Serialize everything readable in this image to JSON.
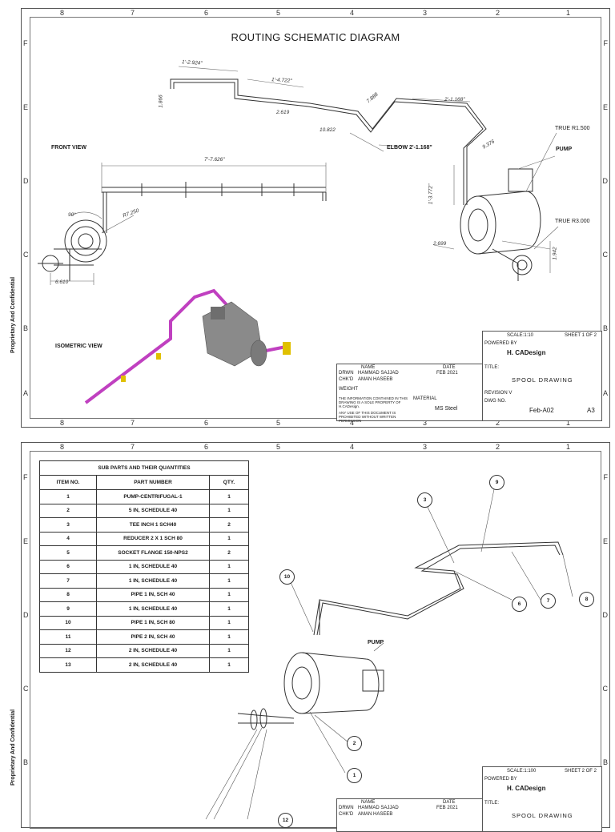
{
  "sheet1": {
    "title": "ROUTING SCHEMATIC DIAGRAM",
    "zones_top": [
      "8",
      "7",
      "6",
      "5",
      "4",
      "3",
      "2",
      "1"
    ],
    "zones_side": [
      "F",
      "E",
      "D",
      "C",
      "B",
      "A"
    ],
    "sidebar": "Proprietary And Confidential",
    "labels": {
      "front_view": "FRONT VIEW",
      "isometric_view": "ISOMETRIC VIEW",
      "pump": "PUMP",
      "true_r1": "TRUE R1.500",
      "true_r3": "TRUE R3.000",
      "elbow": "ELBOW 2'-1.168\""
    },
    "dims": {
      "d1": "1'-2.924\"",
      "d2": "1'-4.722\"",
      "d3": "1.866",
      "d4": "2.619",
      "d5": "10.822",
      "d6": "7.888",
      "d7": "2'-1.168\"",
      "d8": "9.376",
      "d9": "7'-7.626\"",
      "d10": "90°",
      "d11": "R7.250",
      "d12": "6.610",
      "d13": "1'-3.772\"",
      "d14": "2.699",
      "d15": "1.942"
    },
    "titleblock": {
      "scale": "SCALE:1:10",
      "sheet": "SHEET 1 OF 2",
      "powered_by": "POWERED BY",
      "company": "H. CADesign",
      "title_lbl": "TITLE:",
      "title": "SPOOL DRAWING",
      "revision": "REVISION V",
      "dwg_lbl": "DWG NO.",
      "dwg": "Feb-A02",
      "size": "A3",
      "name_hdr": "NAME",
      "date_hdr": "DATE",
      "drwn": "DRWN",
      "drwn_name": "HAMMAD SAJJAD",
      "drwn_date": "FEB 2021",
      "chkd": "CHK'D",
      "chkd_name": "AMAN HASEEB",
      "weight": "WEIGHT",
      "material_lbl": "MATERIAL",
      "material": "MS Steel",
      "notice1": "THE INFORMATION CONTAINED IN THIS DRAWING IS A SOLE PROPERTY OF H.CADesign.",
      "notice2": "ANY USE OF THIS DOCUMENT IS PROHIBITED WITHOUT WRITTEN PERMISSION"
    }
  },
  "sheet2": {
    "table_title": "SUB PARTS AND THEIR QUANTITIES",
    "headers": [
      "ITEM NO.",
      "PART NUMBER",
      "QTY."
    ],
    "rows": [
      [
        "1",
        "PUMP-CENTRIFUGAL-1",
        "1"
      ],
      [
        "2",
        "5 IN, SCHEDULE 40",
        "1"
      ],
      [
        "3",
        "TEE INCH 1 SCH40",
        "2"
      ],
      [
        "4",
        "REDUCER 2 X 1 SCH 80",
        "1"
      ],
      [
        "5",
        "SOCKET FLANGE 150-NPS2",
        "2"
      ],
      [
        "6",
        "1 IN, SCHEDULE 40",
        "1"
      ],
      [
        "7",
        "1 IN, SCHEDULE 40",
        "1"
      ],
      [
        "8",
        "PIPE 1 IN, SCH 40",
        "1"
      ],
      [
        "9",
        "1 IN, SCHEDULE 40",
        "1"
      ],
      [
        "10",
        "PIPE 1 IN, SCH 80",
        "1"
      ],
      [
        "11",
        "PIPE 2 IN, SCH 40",
        "1"
      ],
      [
        "12",
        "2 IN, SCHEDULE 40",
        "1"
      ],
      [
        "13",
        "2 IN, SCHEDULE 40",
        "1"
      ]
    ],
    "pump": "PUMP",
    "balloons": [
      "9",
      "3",
      "10",
      "6",
      "7",
      "8",
      "2",
      "1",
      "12"
    ],
    "titleblock": {
      "scale": "SCALE:1:100",
      "sheet": "SHEET 2 OF 2",
      "powered_by": "POWERED BY",
      "company": "H. CADesign",
      "title_lbl": "TITLE:",
      "title": "SPOOL DRAWING",
      "name_hdr": "NAME",
      "date_hdr": "DATE",
      "drwn": "DRWN",
      "drwn_name": "HAMMAD SAJJAD",
      "drwn_date": "FEB 2021",
      "chkd": "CHK'D",
      "chkd_name": "AMAN HASEEB"
    }
  },
  "colors": {
    "pipe_iso": "#c040c0",
    "fitting": "#e0c000",
    "pump_body": "#8a8a8a"
  }
}
